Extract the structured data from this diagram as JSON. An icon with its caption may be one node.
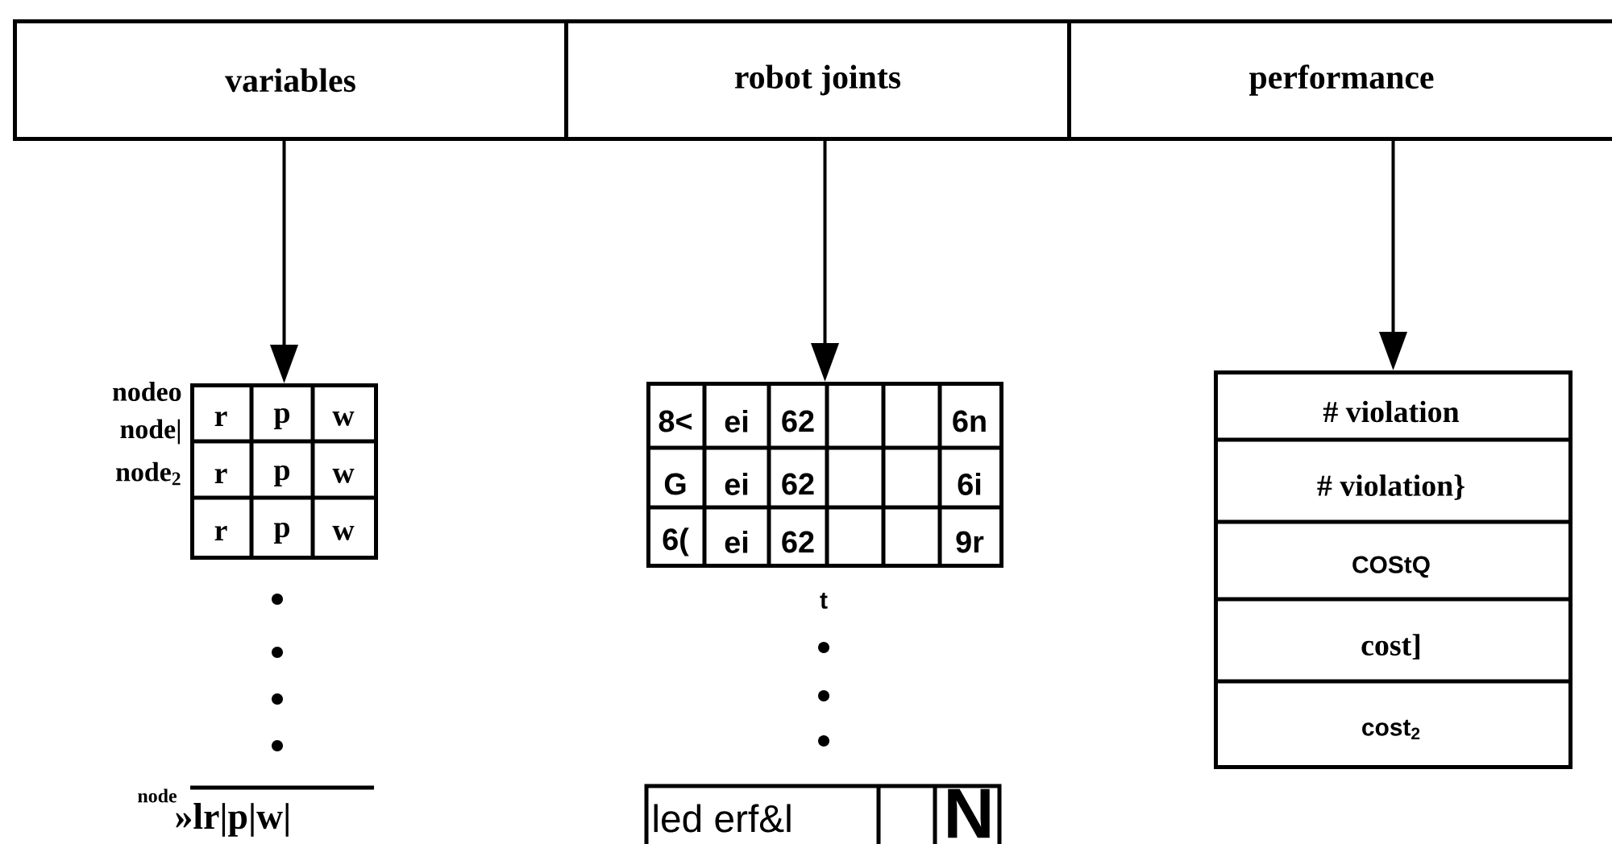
{
  "diagram": {
    "nodes": [
      {
        "text": [
          "variables"
        ]
      },
      {
        "text": [
          "robot joints"
        ]
      },
      {
        "text": [
          "performance"
        ]
      },
      {
        "text": [
          "r",
          "p",
          "w",
          "r",
          "p",
          "w",
          "r",
          "p",
          "w"
        ]
      },
      {
        "text": [
          "8<",
          "ei",
          "62",
          "6n",
          "G",
          "ei",
          "62",
          "6i",
          "6(",
          "ei",
          "62",
          "9r"
        ]
      },
      {
        "text": [
          "# violation",
          "# violation}",
          "COStQ",
          "cost]",
          "cost$_{2}$"
        ]
      }
    ],
    "edges": [
      {
        "from": 0,
        "to": 3,
        "arrow": "to"
      },
      {
        "from": 1,
        "to": 4,
        "arrow": "to"
      },
      {
        "from": 2,
        "to": 5,
        "arrow": "to"
      }
    ],
    "labels": [
      "nodeo",
      "node|",
      "node$_{2}$",
      "node",
      "»lr|p|w|",
      "t",
      "led erf&l",
      "N"
    ]
  }
}
